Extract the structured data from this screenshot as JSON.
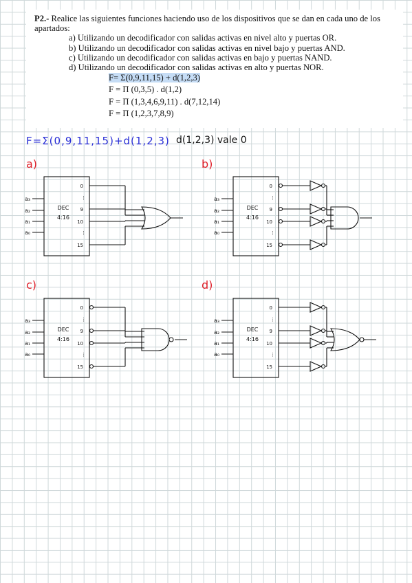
{
  "problem": {
    "number": "P2.-",
    "statement": "Realice las siguientes funciones haciendo uso de los dispositivos que se dan en cada uno de los apartados:",
    "items": [
      "a) Utilizando un decodificador con salidas activas en nivel alto y puertas OR.",
      "b) Utilizando un decodificador con salidas activas en nivel bajo y puertas AND.",
      "c) Utilizando un decodificador con salidas activas en bajo y puertas NAND.",
      "d) Utilizando un decodificador con salidas activas en alto y puertas NOR."
    ],
    "formulas": [
      "F= Σ(0,9,11,15) + d(1,2,3)",
      "F = Π (0,3,5) . d(1,2)",
      "F = Π (1,3,4,6,9,11) . d(7,12,14)",
      "F = Π (1,2,3,7,8,9)"
    ]
  },
  "notes": {
    "function": "F=Σ(0,9,11,15)+d(1,2,3)",
    "dontcare": "d(1,2,3) vale 0"
  },
  "circuits": [
    {
      "label": "a)",
      "inputs": [
        "a₃",
        "a₂",
        "a₁",
        "a₀"
      ],
      "dec_title": "DEC",
      "dec_size": "4:16",
      "outputs": [
        "0",
        "9",
        "10",
        "15"
      ]
    },
    {
      "label": "b)",
      "inputs": [
        "a₃",
        "a₂",
        "a₁",
        "a₀"
      ],
      "dec_title": "DEC",
      "dec_size": "4:16",
      "outputs": [
        "0",
        "9",
        "10",
        "15"
      ]
    },
    {
      "label": "c)",
      "inputs": [
        "a₃",
        "a₂",
        "a₁",
        "a₀"
      ],
      "dec_title": "DEC",
      "dec_size": "4:16",
      "outputs": [
        "0",
        "9",
        "10",
        "15"
      ]
    },
    {
      "label": "d)",
      "inputs": [
        "a₃",
        "a₂",
        "a₁",
        "a₀"
      ],
      "dec_title": "DEC",
      "dec_size": "4:16",
      "outputs": [
        "0",
        "9",
        "10",
        "15"
      ]
    }
  ],
  "colors": {
    "blue_ink": "#2a2fd6",
    "red_ink": "#e0202a",
    "highlight": "#c5dcf5"
  }
}
